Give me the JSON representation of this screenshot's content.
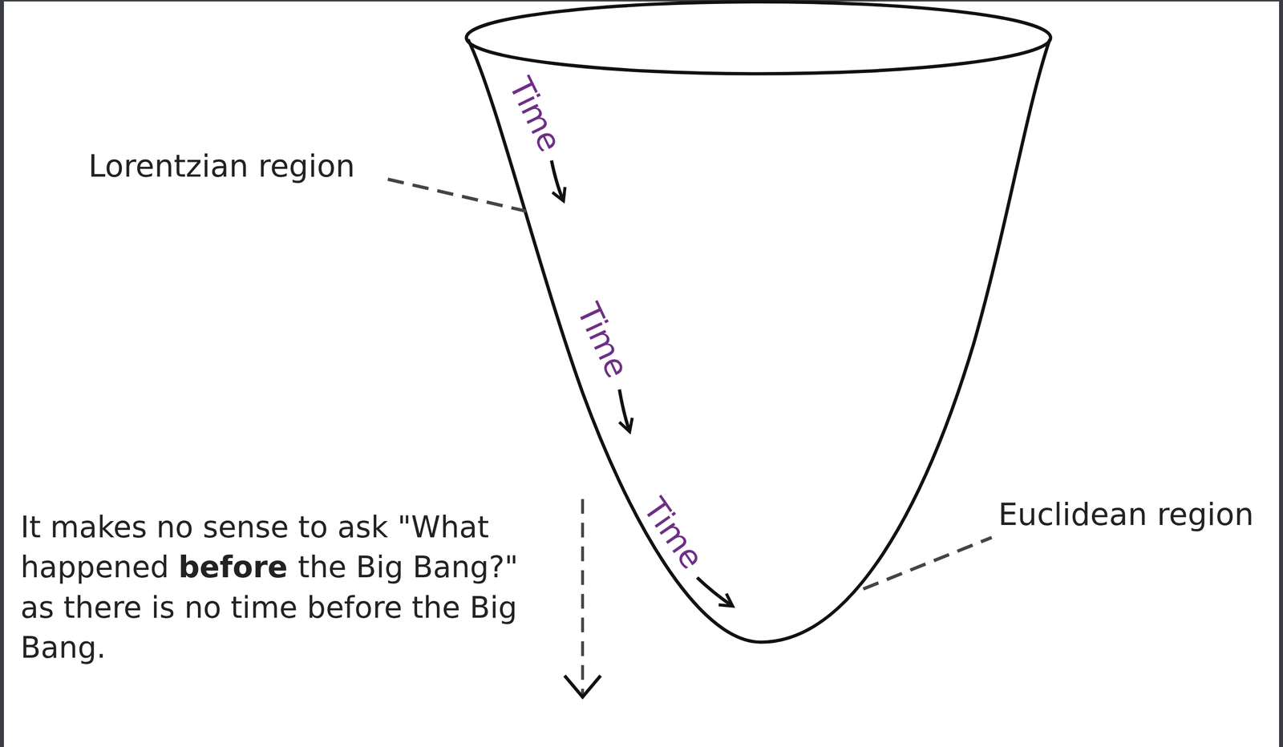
{
  "diagram": {
    "labels": [
      "Lorentzian region",
      "Time",
      "Time",
      "Time",
      "Euclidean region",
      "It makes no sense to ask \"What happened before the Big Bang?\" as there is no time before the Big Bang."
    ]
  }
}
